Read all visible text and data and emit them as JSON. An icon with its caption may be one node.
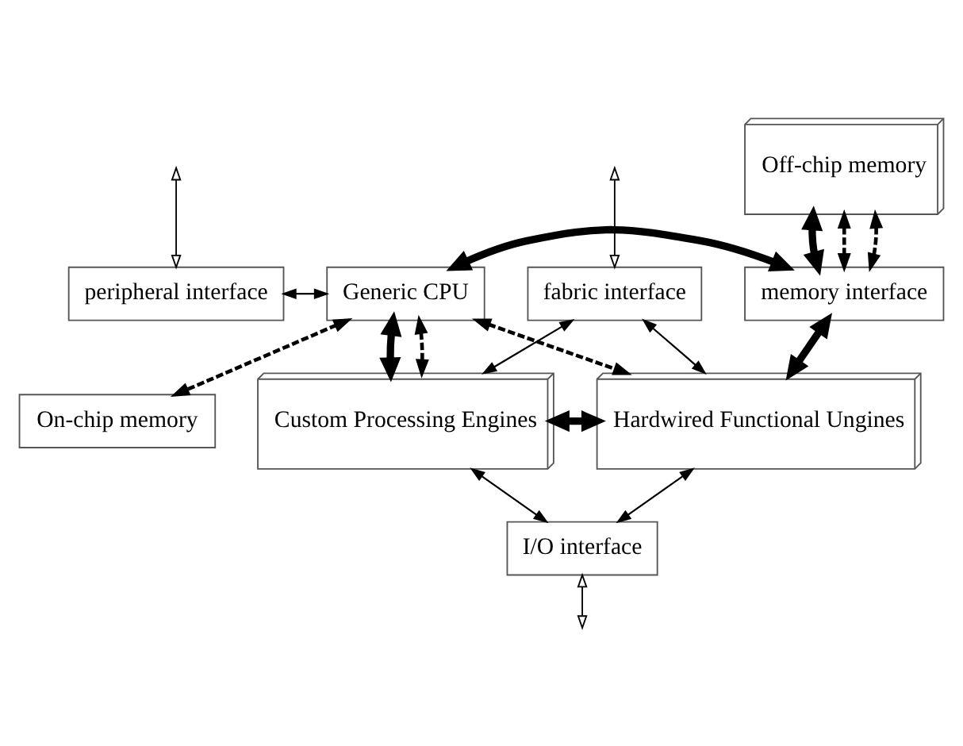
{
  "diagram": {
    "nodes": [
      {
        "text": [
          "Off-chip memory"
        ]
      },
      {
        "text": [
          "peripheral interface"
        ]
      },
      {
        "text": [
          "Generic CPU"
        ]
      },
      {
        "text": [
          "fabric interface"
        ]
      },
      {
        "text": [
          "memory interface"
        ]
      },
      {
        "text": [
          "On-chip memory"
        ]
      },
      {
        "text": [
          "Custom Processing Engines"
        ]
      },
      {
        "text": [
          "Hardwired Functional Ungines"
        ]
      },
      {
        "text": [
          "I/O interface"
        ]
      }
    ],
    "edges": [
      {
        "from": 1,
        "to": 2,
        "arrow": "both"
      },
      {
        "from": 0,
        "to": 4,
        "arrow": "both",
        "style": "thick"
      },
      {
        "from": 0,
        "to": 4,
        "arrow": "both",
        "style": "dashed"
      },
      {
        "from": 0,
        "to": 4,
        "arrow": "both",
        "style": "dashed"
      },
      {
        "from": 2,
        "to": 4,
        "arrow": "both",
        "style": "thick"
      },
      {
        "from": 2,
        "to": 6,
        "arrow": "both",
        "style": "thick"
      },
      {
        "from": 4,
        "to": 7,
        "arrow": "both",
        "style": "thick"
      },
      {
        "from": 2,
        "to": 6,
        "arrow": "both",
        "style": "dashed"
      },
      {
        "from": 2,
        "to": 7,
        "arrow": "both",
        "style": "dashed"
      },
      {
        "from": 2,
        "to": 5,
        "arrow": "both",
        "style": "dashed"
      },
      {
        "from": 3,
        "to": 6,
        "arrow": "both"
      },
      {
        "from": 3,
        "to": 7,
        "arrow": "both"
      },
      {
        "from": 6,
        "to": 7,
        "arrow": "both",
        "style": "thick"
      },
      {
        "from": 6,
        "to": 8,
        "arrow": "both"
      },
      {
        "from": 7,
        "to": 8,
        "arrow": "both"
      },
      {
        "from": null,
        "to": 1,
        "arrow": "both"
      },
      {
        "from": null,
        "to": 3,
        "arrow": "both"
      },
      {
        "from": 8,
        "to": null,
        "arrow": "both"
      }
    ]
  }
}
